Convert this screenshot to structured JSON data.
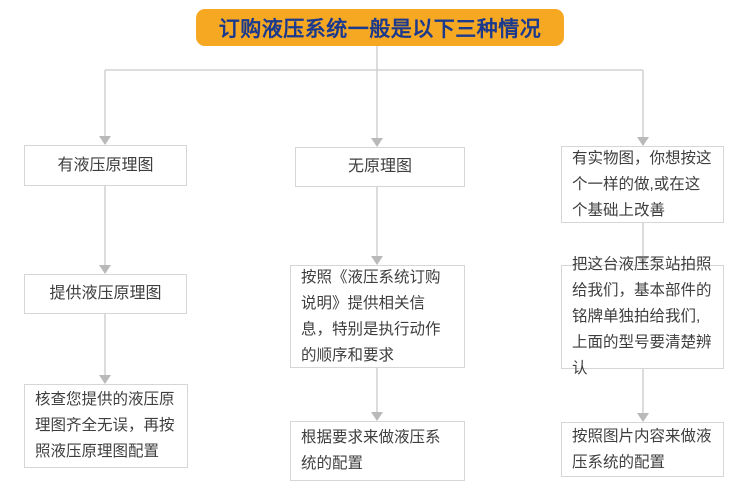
{
  "header": {
    "title": "订购液压系统一般是以下三种情况"
  },
  "columns": [
    {
      "id": "has-schematic",
      "steps": [
        {
          "text": "有液压原理图"
        },
        {
          "text": "提供液压原理图"
        },
        {
          "text": "核查您提供的液压原理图齐全无误，再按照液压原理图配置"
        }
      ]
    },
    {
      "id": "no-schematic",
      "steps": [
        {
          "text": "无原理图"
        },
        {
          "text": "按照《液压系统订购说明》提供相关信息，特别是执行动作的顺序和要求"
        },
        {
          "text": "根据要求来做液压系统的配置"
        }
      ]
    },
    {
      "id": "has-photo",
      "steps": [
        {
          "text": "有实物图，你想按这个一样的做,或在这个基础上改善"
        },
        {
          "text": "把这台液压泵站拍照给我们，基本部件的铭牌单独拍给我们,上面的型号要清楚辨认"
        },
        {
          "text": "按照图片内容来做液压系统的配置"
        }
      ]
    }
  ],
  "colors": {
    "header_bg": "#F7A823",
    "header_text": "#1B3A8E",
    "box_border": "#D6D6D6",
    "box_text": "#3E3E3E",
    "line": "#CACACA",
    "arrow": "#B9B9B9"
  }
}
